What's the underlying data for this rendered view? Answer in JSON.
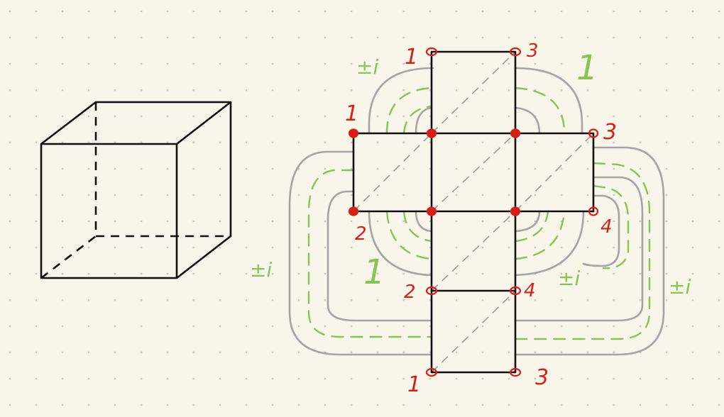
{
  "cube_net_labels": {
    "top_left": "1",
    "top_right": "3",
    "row1_left": "1",
    "row1_right": "3",
    "row2_left": "2",
    "row2_right": "4",
    "mid_left": "2",
    "mid_right": "4",
    "bottom_left": "1",
    "bottom_right": "3"
  },
  "annotations": {
    "pm_i_top": "±i",
    "pm_i_left": "±i",
    "pm_i_inner": "±i",
    "pm_i_right": "±i",
    "one_top": "1",
    "one_bottom": "1"
  },
  "colors": {
    "background": "#f8f5ea",
    "dots": "#c9c6bb",
    "ink": "#111111",
    "vertex_red": "#d81f16",
    "loop_gray": "#a5a5a5",
    "annotation_green": "#88c452"
  }
}
